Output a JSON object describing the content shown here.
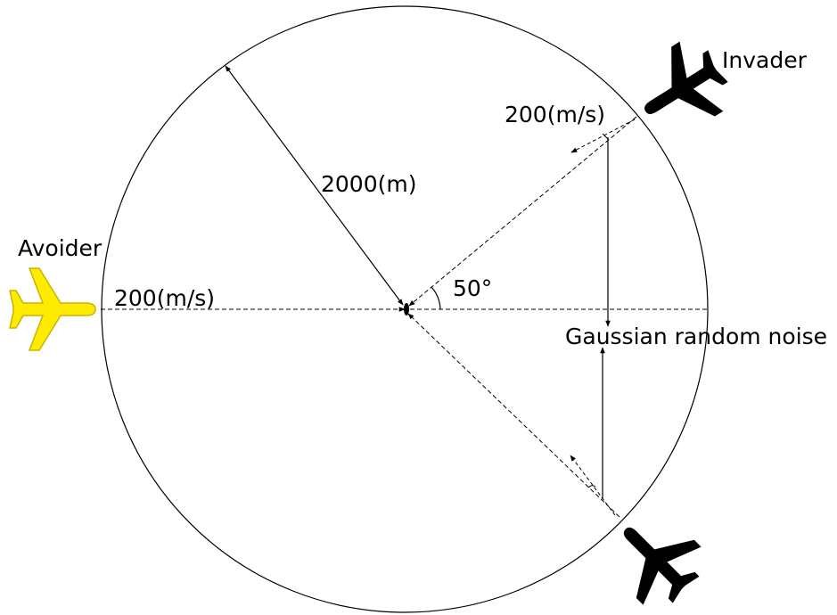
{
  "labels": {
    "avoider": "Avoider",
    "invader": "Invader",
    "avoider_speed": "200(m/s)",
    "invader_speed": "200(m/s)",
    "radius": "2000(m)",
    "angle": "50°",
    "noise": "Gaussian random noise"
  },
  "colors": {
    "avoider_aircraft": "#FFEB00",
    "avoider_outline": "#C8B400",
    "invader_aircraft": "#000000",
    "lines": "#000000",
    "background": "#FFFFFF"
  },
  "icons": {
    "avoider": "airplane-icon",
    "invader": "airplane-icon",
    "second_invader": "airplane-icon"
  }
}
